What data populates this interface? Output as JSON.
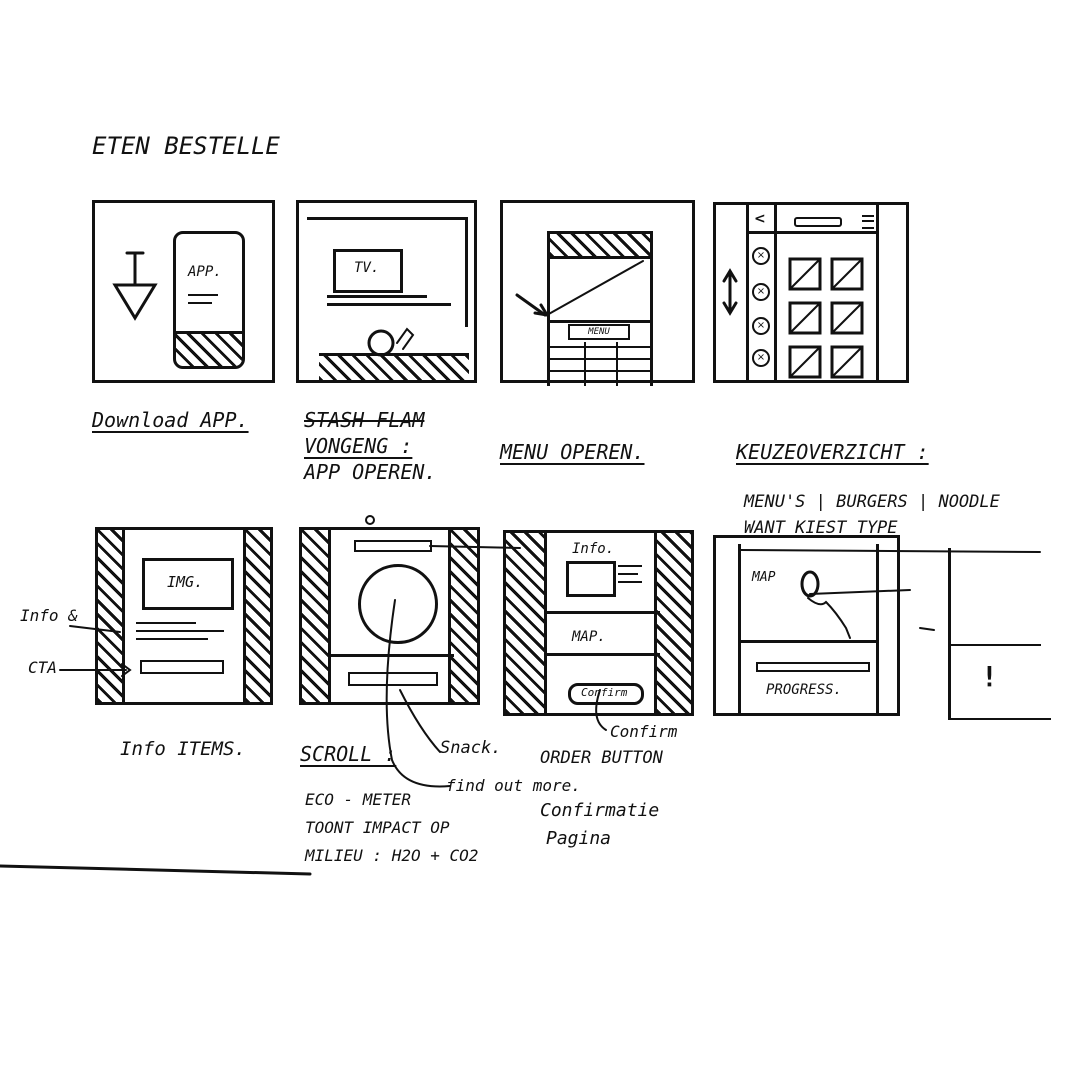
{
  "page_title": "ETEN BESTELLE",
  "row1": {
    "frame1": {
      "caption": "Download APP.",
      "phone_label": "APP."
    },
    "frame2": {
      "tv_label": "TV.",
      "caption_struck": "STASH FLAM",
      "caption_line2": "VONGENG :",
      "caption_line3": "APP OPEREN."
    },
    "frame3": {
      "menu_button": "MENU",
      "caption": "MENU OPEREN."
    },
    "frame4": {
      "caption": "KEUZEOVERZICHT :",
      "note_line1": "MENU'S | BURGERS | NOODLE",
      "note_line2": "WANT KIEST TYPE"
    }
  },
  "row2": {
    "side_label_info": "Info &",
    "side_label_cta": "CTA",
    "frame1": {
      "img_label": "IMG.",
      "caption": "Info ITEMS."
    },
    "frame2": {
      "caption": "SCROLL :",
      "note_snack": "Snack.",
      "note_find": "find out more.",
      "note_eco1": "ECO - METER",
      "note_eco2": "TOONT IMPACT OP",
      "note_eco3": "MILIEU : H2O + CO2"
    },
    "frame3": {
      "info_label": "Info.",
      "map_label": "MAP.",
      "confirm_label": "Confirm",
      "note_confirm": "Confirm",
      "note_order1": "ORDER BUTTON",
      "note_conf1": "Confirmatie",
      "note_conf2": "Pagina"
    },
    "frame4": {
      "map_label": "MAP",
      "progress_label": "PROGRESS.",
      "alert_mark": "!"
    }
  }
}
